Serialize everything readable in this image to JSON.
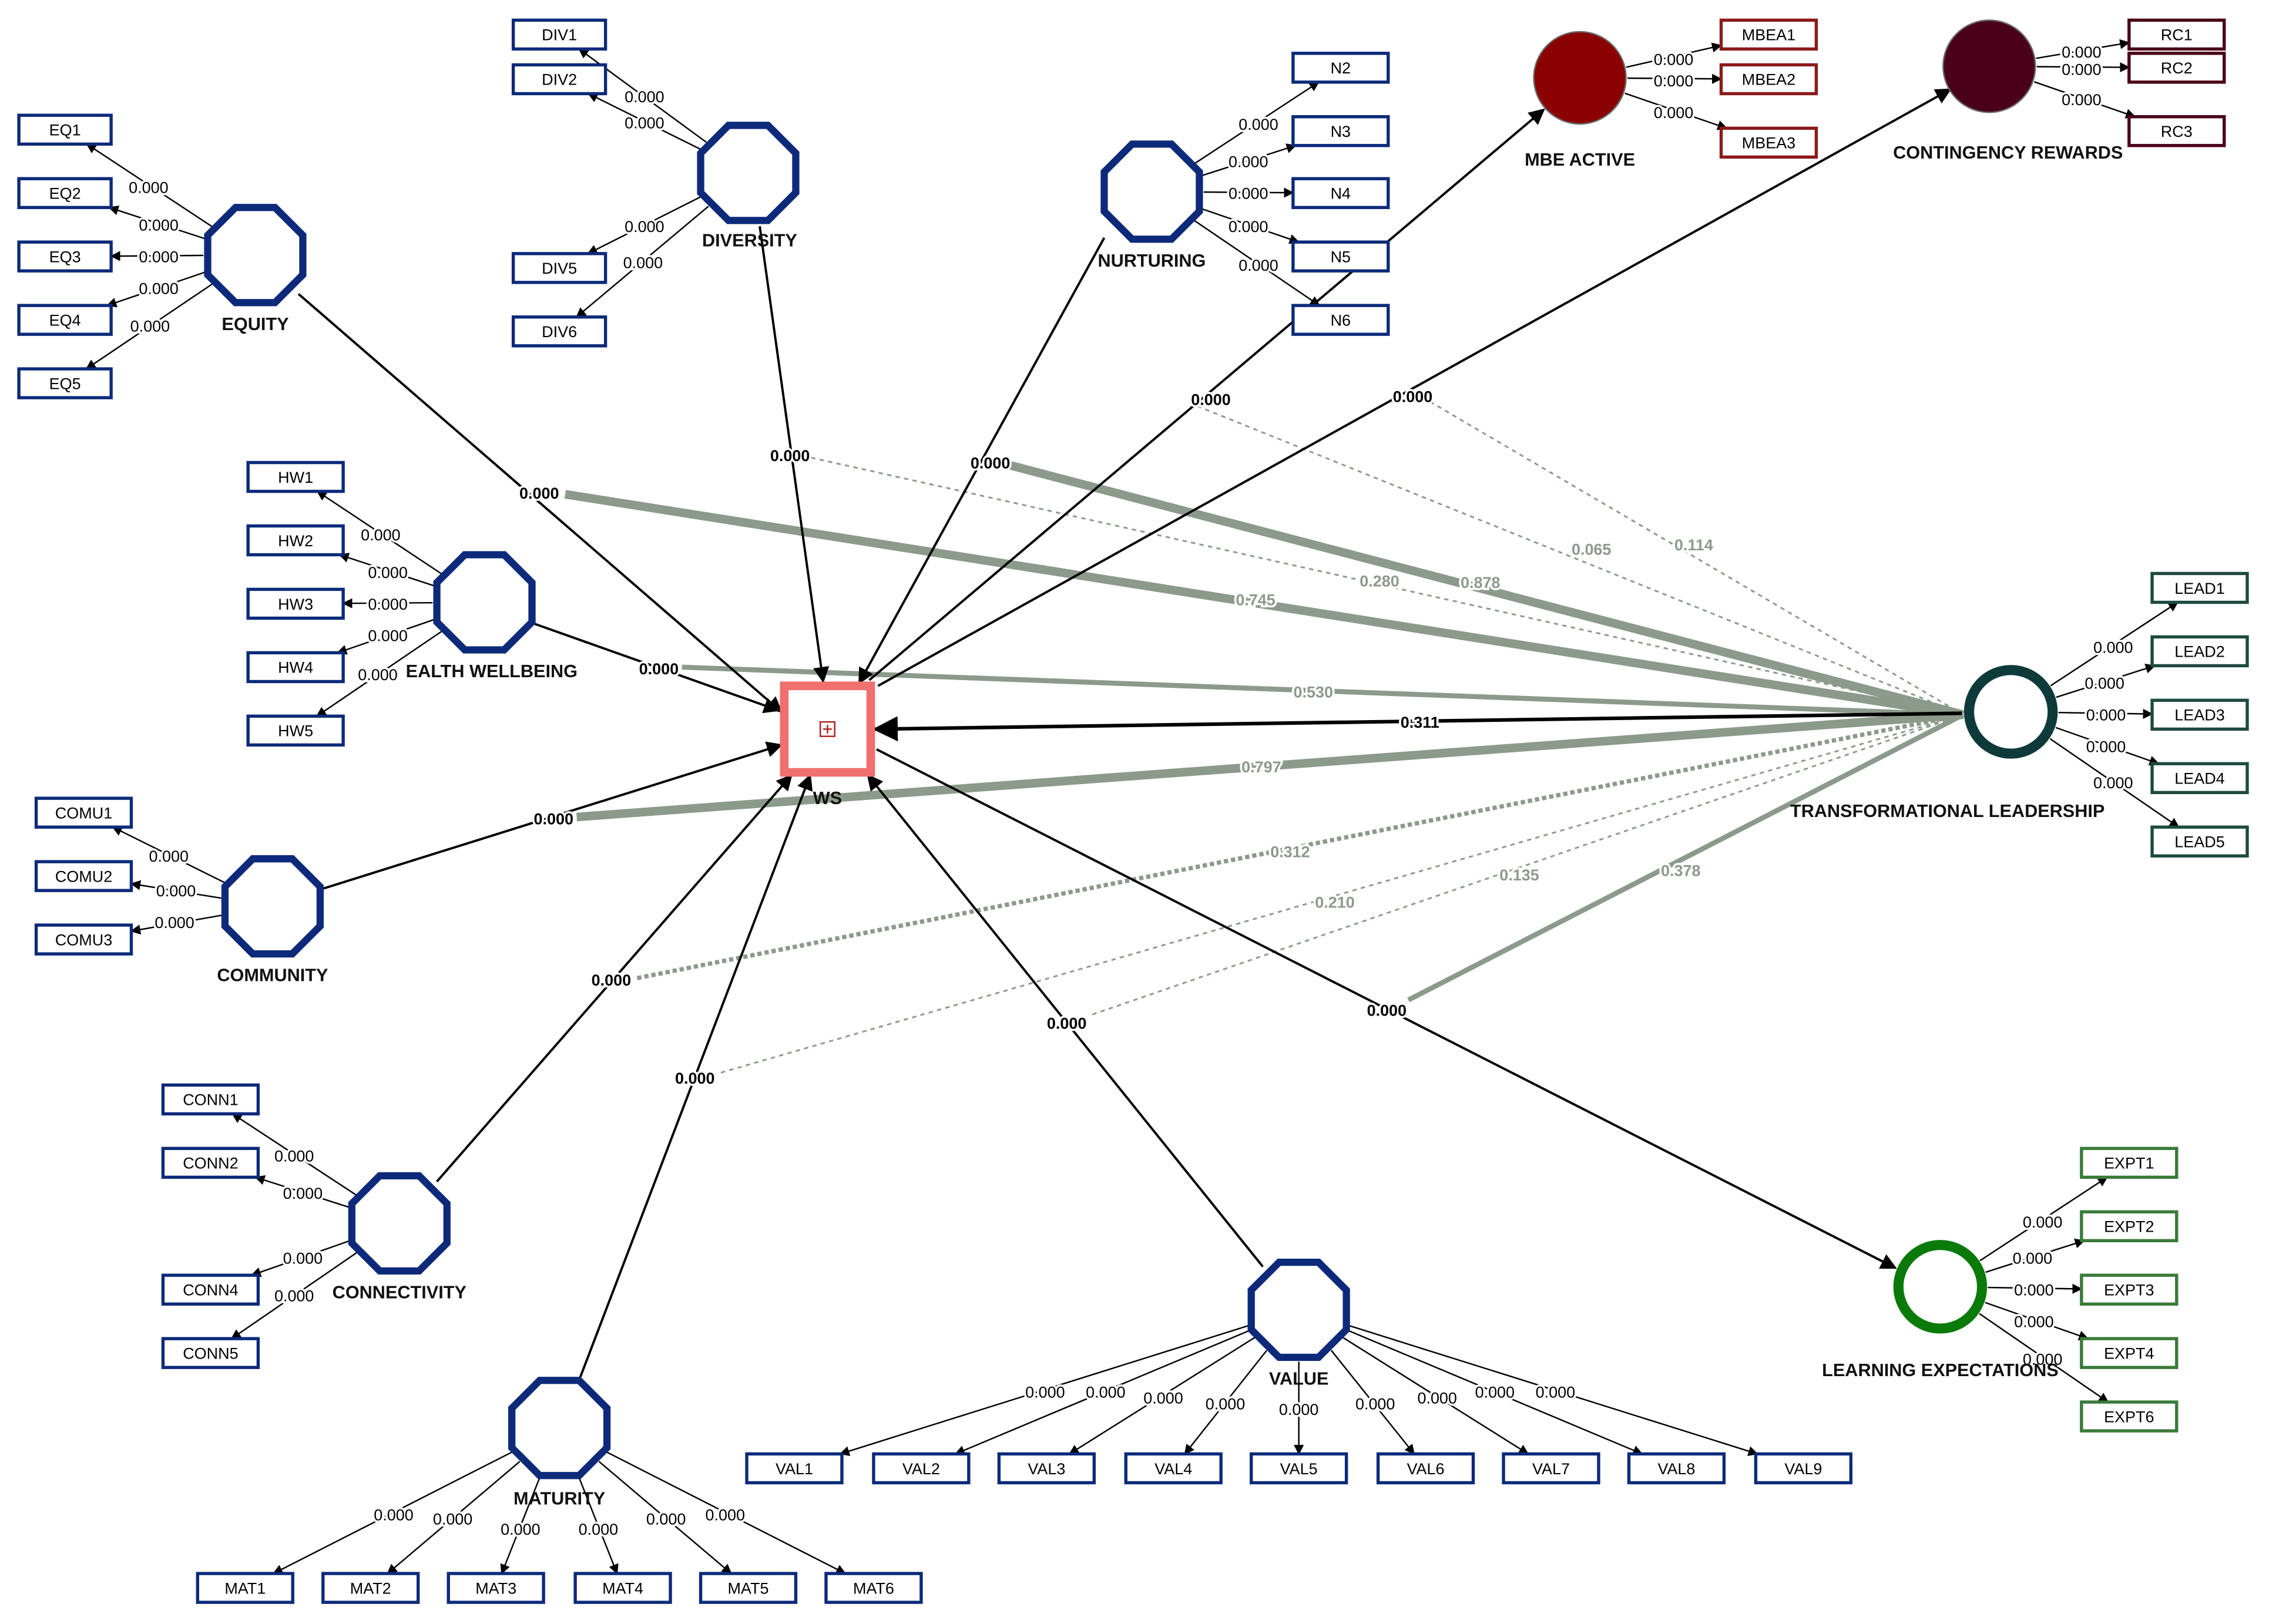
{
  "constructs": [
    {
      "id": "EQUITY",
      "label": "EQUITY",
      "shape": "octagon",
      "color": "#0d2a7a"
    },
    {
      "id": "DIVERSITY",
      "label": "DIVERSITY",
      "shape": "octagon",
      "color": "#0d2a7a"
    },
    {
      "id": "NURTURING",
      "label": "NURTURING",
      "shape": "octagon",
      "color": "#0d2a7a"
    },
    {
      "id": "HEALTH",
      "label": "EALTH WELLBEING",
      "shape": "octagon",
      "color": "#0d2a7a"
    },
    {
      "id": "COMMUNITY",
      "label": "COMMUNITY",
      "shape": "octagon",
      "color": "#0d2a7a"
    },
    {
      "id": "CONNECTIVITY",
      "label": "CONNECTIVITY",
      "shape": "octagon",
      "color": "#0d2a7a"
    },
    {
      "id": "MATURITY",
      "label": "MATURITY",
      "shape": "octagon",
      "color": "#0d2a7a"
    },
    {
      "id": "VALUE",
      "label": "VALUE",
      "shape": "octagon",
      "color": "#0d2a7a"
    },
    {
      "id": "WS",
      "label": "WS",
      "shape": "square",
      "color": "#f07070"
    },
    {
      "id": "MBE",
      "label": "MBE ACTIVE",
      "shape": "circle",
      "color": "#8b0000"
    },
    {
      "id": "RC",
      "label": "CONTINGENCY REWARDS",
      "shape": "circle",
      "color": "#4a0018"
    },
    {
      "id": "TL",
      "label": "TRANSFORMATIONAL LEADERSHIP",
      "shape": "ring",
      "color": "#0e3a3a"
    },
    {
      "id": "LE",
      "label": "LEARNING EXPECTATIONS",
      "shape": "ring",
      "color": "#0a7a0a"
    }
  ],
  "indicators": [
    {
      "group": "EQUITY",
      "items": [
        {
          "label": "EQ1",
          "value": "0.000"
        },
        {
          "label": "EQ2",
          "value": "0.000"
        },
        {
          "label": "EQ3",
          "value": "0.000"
        },
        {
          "label": "EQ4",
          "value": "0.000"
        },
        {
          "label": "EQ5",
          "value": "0.000"
        }
      ]
    },
    {
      "group": "DIVERSITY",
      "items": [
        {
          "label": "DIV1",
          "value": "0.000"
        },
        {
          "label": "DIV2",
          "value": "0.000"
        },
        {
          "label": "DIV5",
          "value": "0.000"
        },
        {
          "label": "DIV6",
          "value": "0.000"
        }
      ]
    },
    {
      "group": "NURTURING",
      "items": [
        {
          "label": "N2",
          "value": "0.000"
        },
        {
          "label": "N3",
          "value": "0.000"
        },
        {
          "label": "N4",
          "value": "0.000"
        },
        {
          "label": "N5",
          "value": "0.000"
        },
        {
          "label": "N6",
          "value": "0.000"
        }
      ]
    },
    {
      "group": "HEALTH",
      "items": [
        {
          "label": "HW1",
          "value": "0.000"
        },
        {
          "label": "HW2",
          "value": "0.000"
        },
        {
          "label": "HW3",
          "value": "0.000"
        },
        {
          "label": "HW4",
          "value": "0.000"
        },
        {
          "label": "HW5",
          "value": "0.000"
        }
      ]
    },
    {
      "group": "COMMUNITY",
      "items": [
        {
          "label": "COMU1",
          "value": "0.000"
        },
        {
          "label": "COMU2",
          "value": "0.000"
        },
        {
          "label": "COMU3",
          "value": "0.000"
        }
      ]
    },
    {
      "group": "CONNECTIVITY",
      "items": [
        {
          "label": "CONN1",
          "value": "0.000"
        },
        {
          "label": "CONN2",
          "value": "0.000"
        },
        {
          "label": "CONN4",
          "value": "0.000"
        },
        {
          "label": "CONN5",
          "value": "0.000"
        }
      ]
    },
    {
      "group": "MATURITY",
      "items": [
        {
          "label": "MAT1",
          "value": "0.000"
        },
        {
          "label": "MAT2",
          "value": "0.000"
        },
        {
          "label": "MAT3",
          "value": "0.000"
        },
        {
          "label": "MAT4",
          "value": "0.000"
        },
        {
          "label": "MAT5",
          "value": "0.000"
        },
        {
          "label": "MAT6",
          "value": "0.000"
        }
      ]
    },
    {
      "group": "VALUE",
      "items": [
        {
          "label": "VAL1",
          "value": "0.000"
        },
        {
          "label": "VAL2",
          "value": "0.000"
        },
        {
          "label": "VAL3",
          "value": "0.000"
        },
        {
          "label": "VAL4",
          "value": "0.000"
        },
        {
          "label": "VAL5",
          "value": "0.000"
        },
        {
          "label": "VAL6",
          "value": "0.000"
        },
        {
          "label": "VAL7",
          "value": "0.000"
        },
        {
          "label": "VAL8",
          "value": "0.000"
        },
        {
          "label": "VAL9",
          "value": "0.000"
        }
      ]
    },
    {
      "group": "MBE",
      "items": [
        {
          "label": "MBEA1",
          "value": "0.000"
        },
        {
          "label": "MBEA2",
          "value": "0.000"
        },
        {
          "label": "MBEA3",
          "value": "0.000"
        }
      ]
    },
    {
      "group": "RC",
      "items": [
        {
          "label": "RC1",
          "value": "0.000"
        },
        {
          "label": "RC2",
          "value": "0.000"
        },
        {
          "label": "RC3",
          "value": "0.000"
        }
      ]
    },
    {
      "group": "TL",
      "items": [
        {
          "label": "LEAD1",
          "value": "0.000"
        },
        {
          "label": "LEAD2",
          "value": "0.000"
        },
        {
          "label": "LEAD3",
          "value": "0.000"
        },
        {
          "label": "LEAD4",
          "value": "0.000"
        },
        {
          "label": "LEAD5",
          "value": "0.000"
        }
      ]
    },
    {
      "group": "LE",
      "items": [
        {
          "label": "EXPT1",
          "value": "0.000"
        },
        {
          "label": "EXPT2",
          "value": "0.000"
        },
        {
          "label": "EXPT3",
          "value": "0.000"
        },
        {
          "label": "EXPT4",
          "value": "0.000"
        },
        {
          "label": "EXPT6",
          "value": "0.000"
        }
      ]
    }
  ],
  "structural_paths": [
    {
      "from": "EQUITY",
      "to": "WS",
      "value": "0.000"
    },
    {
      "from": "DIVERSITY",
      "to": "WS",
      "value": "0.000"
    },
    {
      "from": "NURTURING",
      "to": "WS",
      "value": "0.000"
    },
    {
      "from": "HEALTH",
      "to": "WS",
      "value": "0.000"
    },
    {
      "from": "COMMUNITY",
      "to": "WS",
      "value": "0.000"
    },
    {
      "from": "CONNECTIVITY",
      "to": "WS",
      "value": "0.000"
    },
    {
      "from": "MATURITY",
      "to": "WS",
      "value": "0.000"
    },
    {
      "from": "VALUE",
      "to": "WS",
      "value": "0.000"
    },
    {
      "from": "WS",
      "to": "MBE",
      "value": "0.000"
    },
    {
      "from": "WS",
      "to": "RC",
      "value": "0.000"
    },
    {
      "from": "WS",
      "to": "LE",
      "value": "0.000"
    },
    {
      "from": "TL",
      "to": "WS",
      "value": "0.311"
    }
  ],
  "moderation_paths": [
    {
      "target": "EQUITY",
      "value": "0.745",
      "style": "solid-thick"
    },
    {
      "target": "DIVERSITY",
      "value": "0.280",
      "style": "dashed"
    },
    {
      "target": "NURTURING",
      "value": "0.878",
      "style": "solid-thick"
    },
    {
      "target": "MBE",
      "value": "0.065",
      "style": "dashed"
    },
    {
      "target": "RC",
      "value": "0.114",
      "style": "dashed"
    },
    {
      "target": "HEALTH",
      "value": "0.530",
      "style": "solid"
    },
    {
      "target": "COMMUNITY",
      "value": "0.797",
      "style": "solid-thick"
    },
    {
      "target": "CONNECTIVITY",
      "value": "0.312",
      "style": "dashed-thick"
    },
    {
      "target": "MATURITY",
      "value": "0.210",
      "style": "dashed"
    },
    {
      "target": "VALUE",
      "value": "0.135",
      "style": "dashed"
    },
    {
      "target": "LE",
      "value": "0.378",
      "style": "solid"
    }
  ],
  "ws_icon": "plus-in-square-icon"
}
